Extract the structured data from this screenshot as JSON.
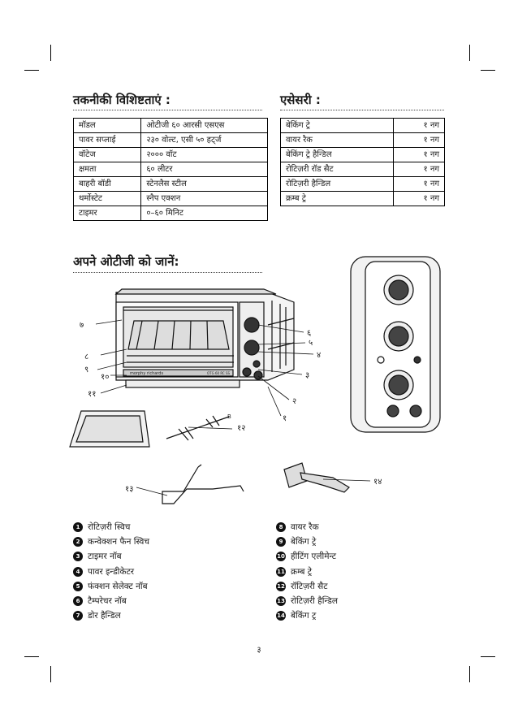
{
  "specs": {
    "heading": "तकनीकी विशिष्टताएं :",
    "rows": [
      [
        "मॉडल",
        "ओटीजी ६० आरसी एसएस"
      ],
      [
        "पावर सप्लाई",
        "२३० वोल्ट, एसी ५० हट्‌र्ज"
      ],
      [
        "वॉटेज",
        "२००० वॉट"
      ],
      [
        "क्षमता",
        "६० लीटर"
      ],
      [
        "बाहरी बॉडी",
        "स्टेनलैस स्टील"
      ],
      [
        "थर्मोस्टेट",
        "स्नैप एक्शन"
      ],
      [
        "टाइमर",
        "०–६० मिनिट"
      ]
    ]
  },
  "accessories": {
    "heading": "एसेसरी :",
    "rows": [
      [
        "बेकिंग ट्रे",
        "१ नग"
      ],
      [
        "वायर रैक",
        "१ नग"
      ],
      [
        "बेकिंग ट्रे हैन्डिल",
        "१ नग"
      ],
      [
        "रोटिज़री रॉड सैट",
        "१ नग"
      ],
      [
        "रोटिज़री हैन्डिल",
        "१ नग"
      ],
      [
        "क्रम्ब ट्रे",
        "१ नग"
      ]
    ]
  },
  "know": {
    "heading": "अपने ओटीजी को जानें:"
  },
  "diagram": {
    "brand": "morphy richards",
    "model": "OTG 60 RC SS",
    "rod_letter": "B",
    "callouts": [
      "७",
      "६",
      "५",
      "४",
      "३",
      "२",
      "१",
      "८",
      "९",
      "१०",
      "११",
      "१२",
      "१३",
      "१४"
    ]
  },
  "legend_left": [
    {
      "num": "1",
      "label": "रोटिज़री स्विच"
    },
    {
      "num": "2",
      "label": "कन्वेक्शन फैन स्विच"
    },
    {
      "num": "3",
      "label": "टाइमर नॉब"
    },
    {
      "num": "4",
      "label": "पावर इन्डीकेटर"
    },
    {
      "num": "5",
      "label": "फंक्शन सेलेक्ट नॉब"
    },
    {
      "num": "6",
      "label": "टैम्परेचर नॉब"
    },
    {
      "num": "7",
      "label": "डोर हैन्डिल"
    }
  ],
  "legend_right": [
    {
      "num": "8",
      "label": "वायर रैक"
    },
    {
      "num": "9",
      "label": "बेकिंग ट्रे"
    },
    {
      "num": "10",
      "label": "हीटिंग एलीमेन्ट"
    },
    {
      "num": "11",
      "label": "क्रम्ब ट्रे"
    },
    {
      "num": "12",
      "label": "रॉटिज़री सैट"
    },
    {
      "num": "13",
      "label": "रोटिज़री हैन्डिल"
    },
    {
      "num": "14",
      "label": "बेकिंग ट्र"
    }
  ],
  "page_number": "३"
}
